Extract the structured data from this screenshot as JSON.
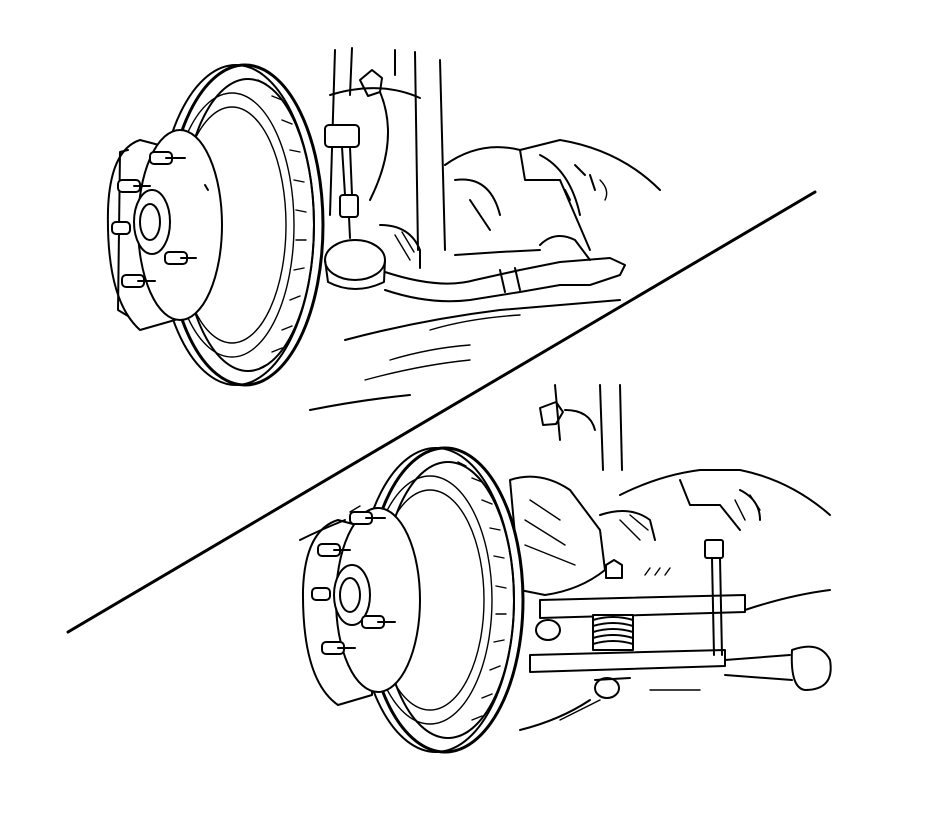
{
  "figure": {
    "panels": [
      {
        "id": "top",
        "content": "brake-rotor-ball-joint-removal"
      },
      {
        "id": "bottom",
        "content": "brake-rotor-spring-compressor-tool"
      }
    ],
    "colors": {
      "ink": "#000000",
      "paper": "#ffffff"
    }
  }
}
